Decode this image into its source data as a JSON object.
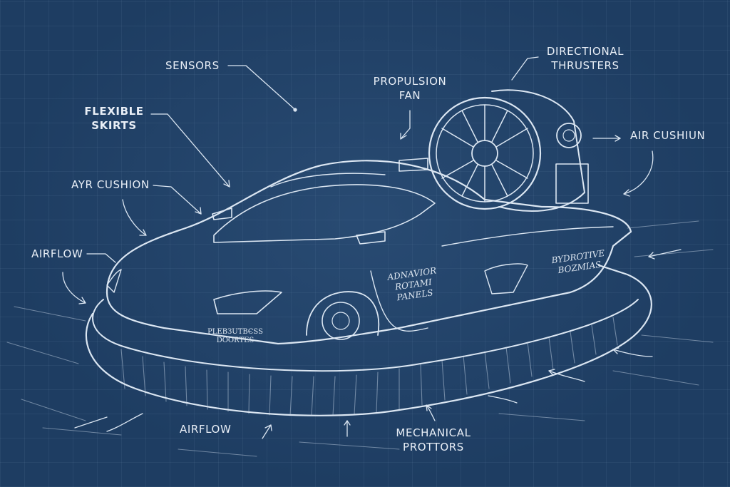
{
  "labels": {
    "sensors": "SENSORS",
    "directional_thrusters_1": "DIRECTIONAL",
    "directional_thrusters_2": "THRUSTERS",
    "propulsion_fan_1": "PROPULSION",
    "propulsion_fan_2": "FAN",
    "flexible_skirts_1": "FLEXIBLE",
    "flexible_skirts_2": "SKIRTS",
    "air_cushion_right": "AIR CUSHIUN",
    "ayr_cushion_left": "AYR CUSHION",
    "airflow_left": "AIRFLOW",
    "airflow_bottom": "AIRFLOW",
    "mechanical_prottors_1": "MECHANICAL",
    "mechanical_prottors_2": "PROTTORS"
  },
  "body_text": {
    "side_panel_1": "ADNAVIOR",
    "side_panel_2": "ROTAMI",
    "side_panel_3": "PANELS",
    "rear_panel_1": "BYDROTIVE",
    "rear_panel_2": "BOZMIAS",
    "front_skirt_1": "PLEBЗUTВЄSS",
    "front_skirt_2": "DOORTES"
  },
  "colors": {
    "background": "#1e3d62",
    "line": "#dbe6f2"
  }
}
